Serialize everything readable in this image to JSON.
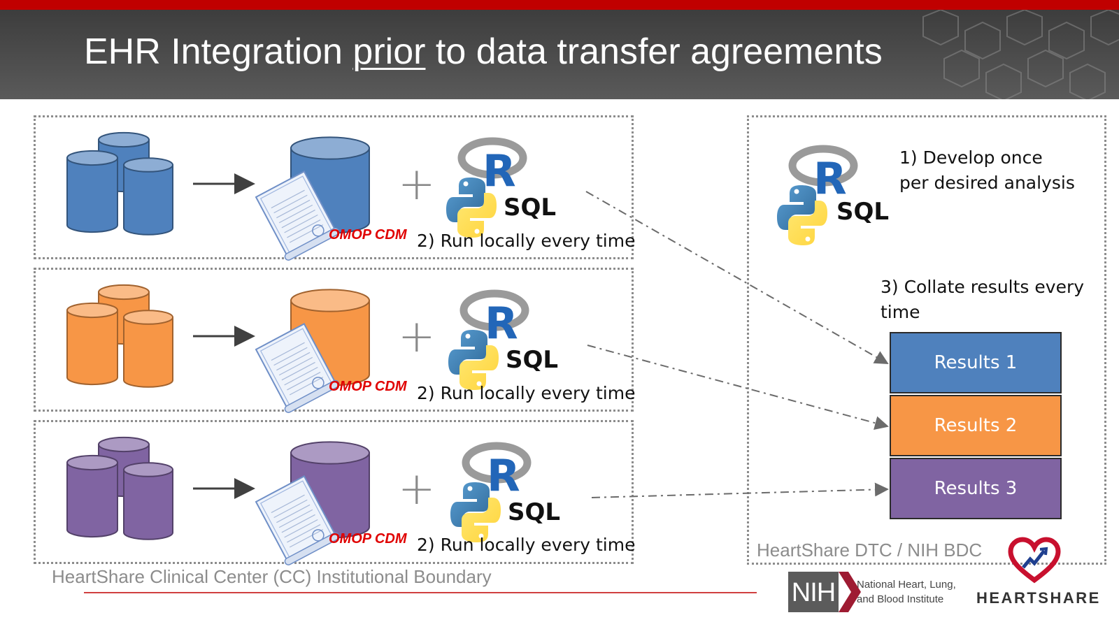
{
  "title": {
    "before": "EHR Integration ",
    "emphasis": "prior",
    "after": " to data transfer agreements"
  },
  "rows": [
    {
      "color": "blue",
      "omop_label": "OMOP CDM",
      "step_label": "2) Run locally every time"
    },
    {
      "color": "orange",
      "omop_label": "OMOP CDM",
      "step_label": "2) Run locally every time"
    },
    {
      "color": "purple",
      "omop_label": "OMOP CDM",
      "step_label": "2) Run locally every time"
    }
  ],
  "tools": {
    "sql_label": "SQL",
    "r_label": "R"
  },
  "right": {
    "develop_step": "1) Develop once\nper desired analysis",
    "collate_step": "3) Collate results every\ntime",
    "results": [
      "Results 1",
      "Results 2",
      "Results 3"
    ],
    "caption": "HeartShare DTC / NIH BDC"
  },
  "left_caption": "HeartShare Clinical Center (CC) Institutional Boundary",
  "logos": {
    "nih_mark": "NIH",
    "nih_text_line1": "National Heart, Lung,",
    "nih_text_line2": "and Blood Institute",
    "heartshare": "HEARTSHARE"
  },
  "colors": {
    "accent_red": "#c00000",
    "blue": "#4f81bd",
    "orange": "#f79646",
    "purple": "#8064a2"
  }
}
